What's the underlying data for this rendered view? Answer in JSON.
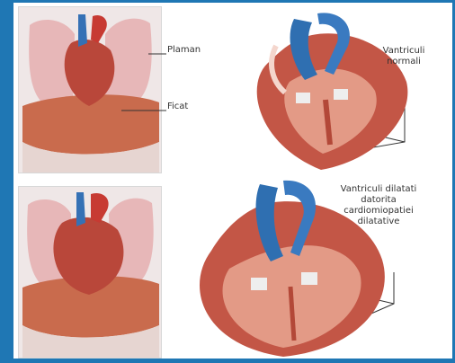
{
  "labels": {
    "lung": "Plaman",
    "liver": "Ficat",
    "normal_ventricles": [
      "Vantriculi",
      "normali"
    ],
    "dilated_ventricles": [
      "Vantriculi dilatati",
      "datorita",
      "cardiomiopatiei",
      "dilatative"
    ]
  },
  "colors": {
    "background": "#1f77b4",
    "lung": "#e8b9b8",
    "liver": "#c86e4f",
    "heart": "#b3483a",
    "aorta": "#2f6fb1",
    "muscle": "#c25747"
  }
}
